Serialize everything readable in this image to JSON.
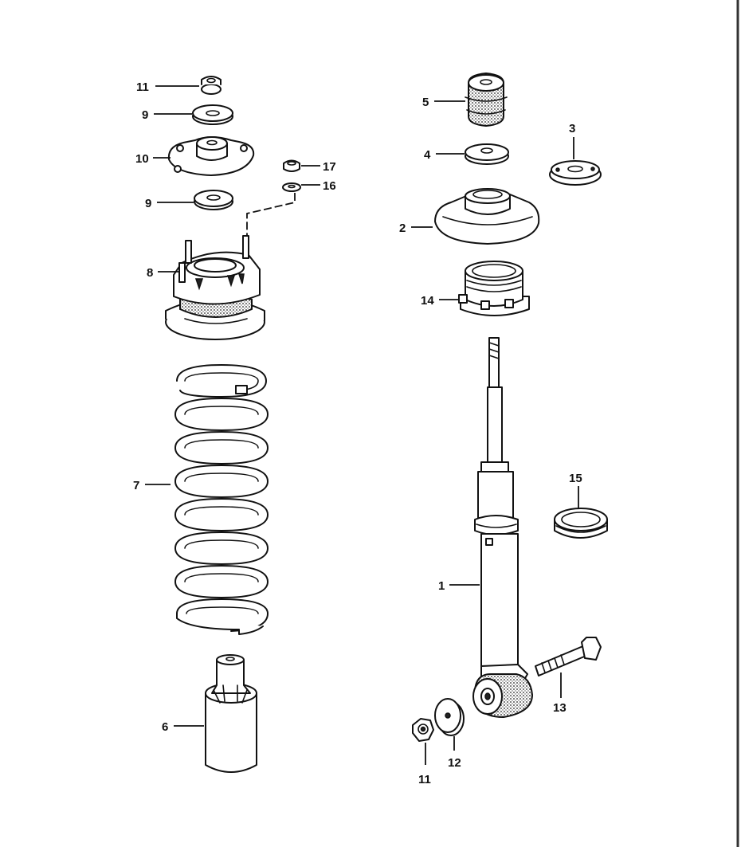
{
  "labels": {
    "l11_top": "11",
    "l9_top": "9",
    "l10": "10",
    "l17": "17",
    "l16": "16",
    "l9_mid": "9",
    "l8": "8",
    "l7": "7",
    "l6": "6",
    "l5": "5",
    "l4": "4",
    "l3": "3",
    "l2": "2",
    "l14": "14",
    "l15": "15",
    "l1": "1",
    "l13": "13",
    "l12": "12",
    "l11_bot": "11"
  }
}
